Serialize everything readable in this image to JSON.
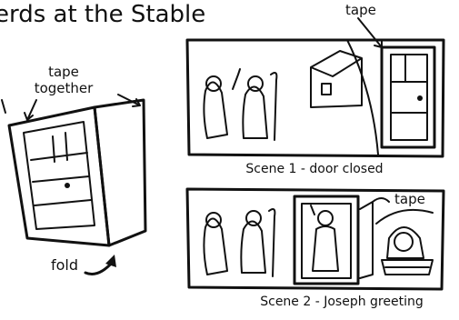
{
  "title": "erds at the Stable",
  "labels": {
    "tape_top": "tape",
    "tape_left_1": "tape",
    "tape_left_2": "together",
    "fold": "fold",
    "scene1_caption": "Scene 1 - door closed",
    "tape_scene2": "tape",
    "scene2_caption": "Scene 2 - Joseph greeting"
  }
}
